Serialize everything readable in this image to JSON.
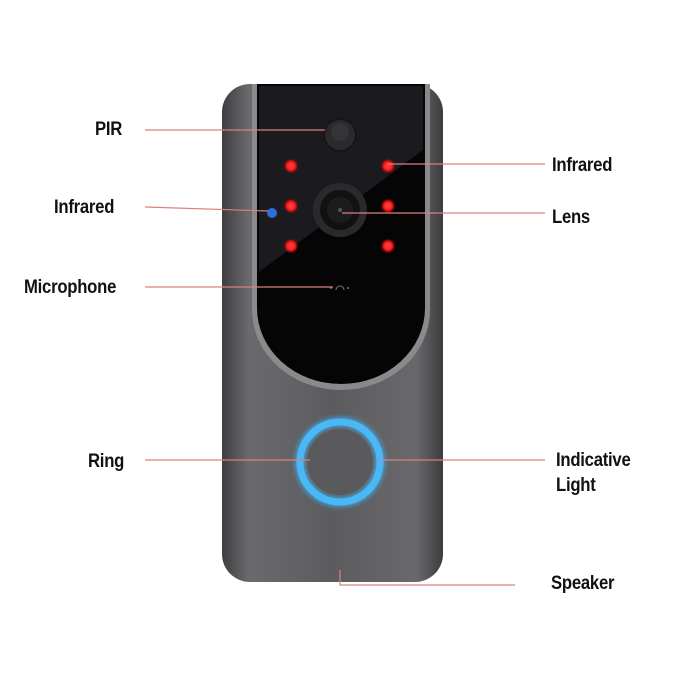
{
  "labels": {
    "pir": "PIR",
    "infrared_left": "Infrared",
    "microphone": "Microphone",
    "infrared_right": "Infrared",
    "lens": "Lens",
    "ring": "Ring",
    "indicative_light_line1": "Indicative",
    "indicative_light_line2": "Light",
    "speaker": "Speaker"
  },
  "colors": {
    "leader_line": "#d98080",
    "ir_led": "#ff1a1a",
    "ring_light": "#3aaef0",
    "body": "#5b5b5e",
    "panel": "#050505"
  }
}
